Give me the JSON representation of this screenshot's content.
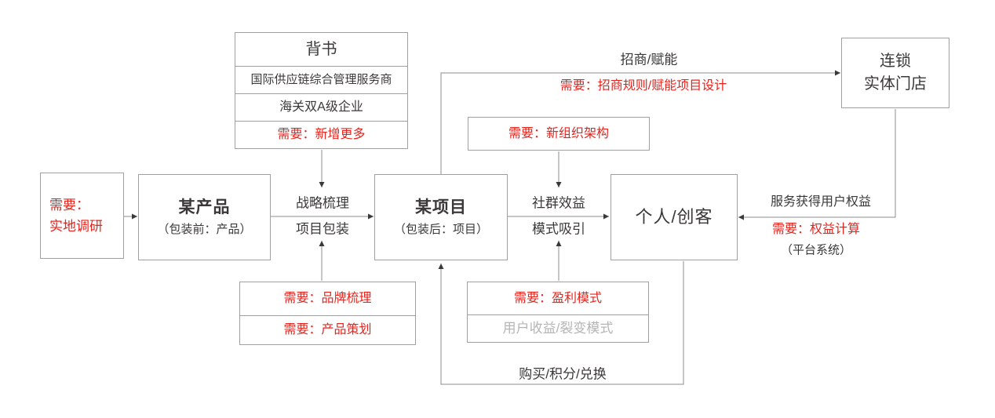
{
  "colors": {
    "accent_red": "#e8231c",
    "text": "#3b3839",
    "muted_text": "#b5b5b5",
    "box_border": "#a0a0a0",
    "connector": "#8c8c8c"
  },
  "nodes": {
    "endorsement": {
      "title": "背书",
      "credential1": "国际供应链综合管理服务商",
      "credential2": "海关双A级企业",
      "need": "需要：新增更多"
    },
    "field_research": {
      "line1": "需要：",
      "line2": "实地调研"
    },
    "product": {
      "title": "某产品",
      "subtitle": "（包装前：产品）"
    },
    "project": {
      "title": "某项目",
      "subtitle": "（包装后：项目）"
    },
    "person": {
      "title": "个人/创客"
    },
    "chain_store": {
      "line1": "连锁",
      "line2": "实体门店"
    },
    "new_org": {
      "need": "需要：新组织架构"
    },
    "brand": {
      "need1": "需要：品牌梳理",
      "need2": "需要：产品策划"
    },
    "profit": {
      "need": "需要：盈利模式",
      "mode": "用户收益/裂变模式"
    }
  },
  "edge_labels": {
    "merchant": "招商/赋能",
    "merchant_need": "需要：招商规则/赋能项目设计",
    "strategy_top": "战略梳理",
    "strategy_bottom": "项目包装",
    "community_top": "社群效益",
    "community_bottom": "模式吸引",
    "service": "服务获得用户权益",
    "service_need": "需要：权益计算",
    "service_sub": "（平台系统）",
    "purchase": "购买/积分/兑换"
  }
}
